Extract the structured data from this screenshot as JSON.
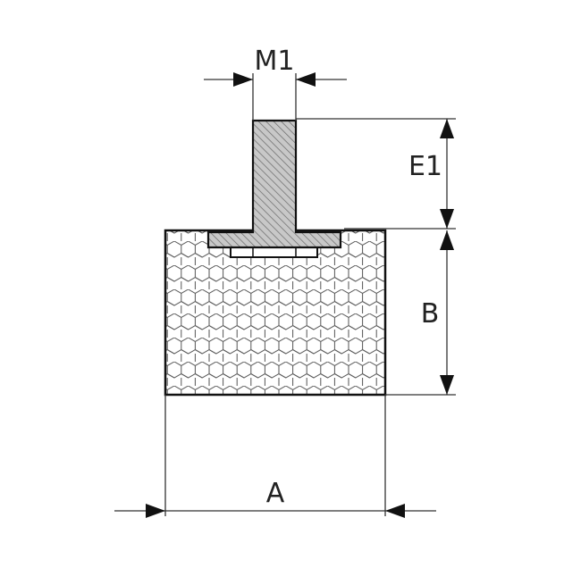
{
  "labels": {
    "thread": "M1",
    "stud_height": "E1",
    "body_height": "B",
    "body_width": "A"
  },
  "colors": {
    "line": "#111111",
    "hatch": "#777777",
    "hex_fill": "#ffffff",
    "hex_stroke": "#555555",
    "steel_fill": "#bdbdbd"
  }
}
